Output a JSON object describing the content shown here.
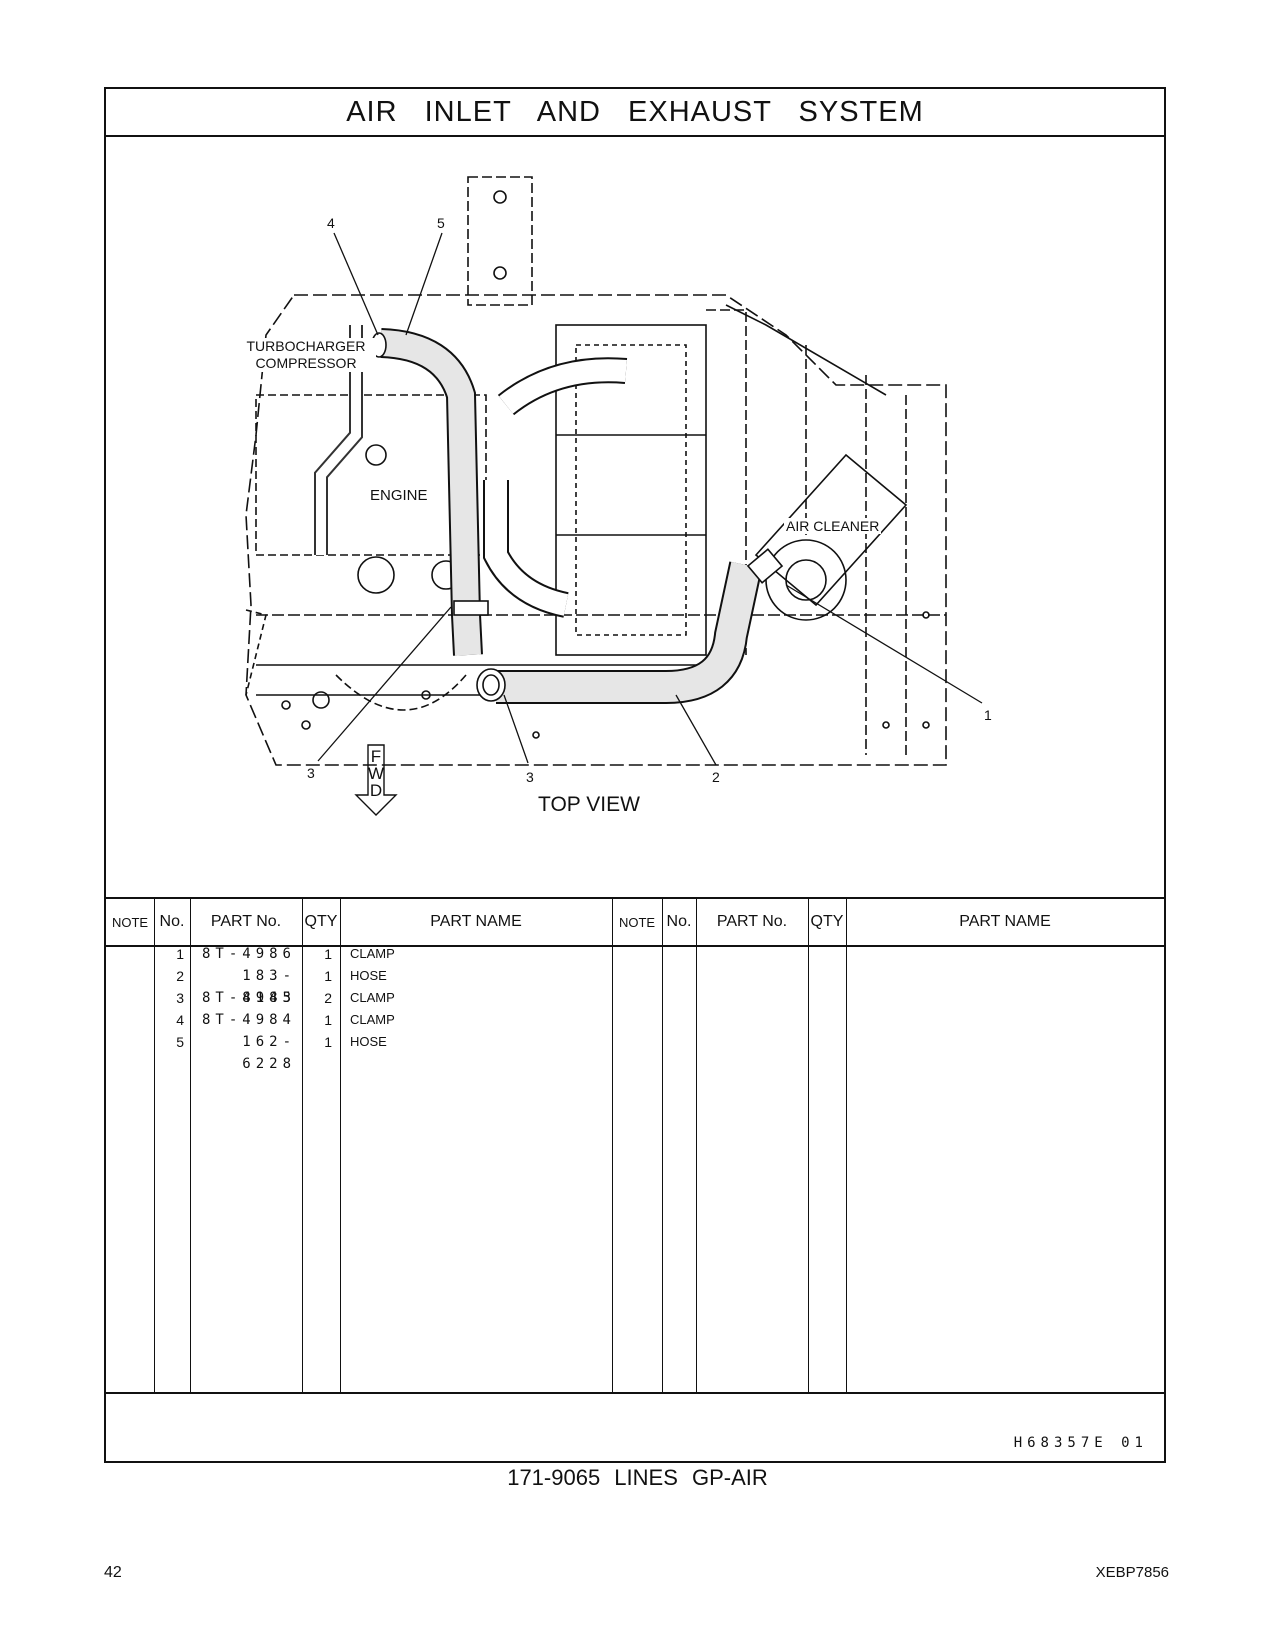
{
  "header": {
    "title": "AIR   INLET   AND   EXHAUST   SYSTEM"
  },
  "diagram": {
    "labels": {
      "turbo_line1": "TURBOCHARGER",
      "turbo_line2": "COMPRESSOR",
      "engine": "ENGINE",
      "air_cleaner": "AIR CLEANER",
      "view": "TOP VIEW",
      "fwd_f": "F",
      "fwd_w": "W",
      "fwd_d": "D"
    },
    "callouts": [
      "4",
      "5",
      "1",
      "3",
      "3",
      "2"
    ]
  },
  "table": {
    "headers": {
      "note": "NOTE",
      "no": "No.",
      "part_no": "PART No.",
      "qty": "QTY",
      "part_name": "PART NAME"
    },
    "rows": [
      {
        "no": "1",
        "part_no": "8T-4986",
        "qty": "1",
        "name": "CLAMP"
      },
      {
        "no": "2",
        "part_no": "183-8143",
        "qty": "1",
        "name": "HOSE"
      },
      {
        "no": "3",
        "part_no": "8T-4985",
        "qty": "2",
        "name": "CLAMP"
      },
      {
        "no": "4",
        "part_no": "8T-4984",
        "qty": "1",
        "name": "CLAMP"
      },
      {
        "no": "5",
        "part_no": "162-6228",
        "qty": "1",
        "name": "HOSE"
      }
    ]
  },
  "footer": {
    "illustration_id": "H68357E   01",
    "group_title": "171-9065   LINES  GP-AIR",
    "page_number": "42",
    "document_id": "XEBP7856"
  }
}
